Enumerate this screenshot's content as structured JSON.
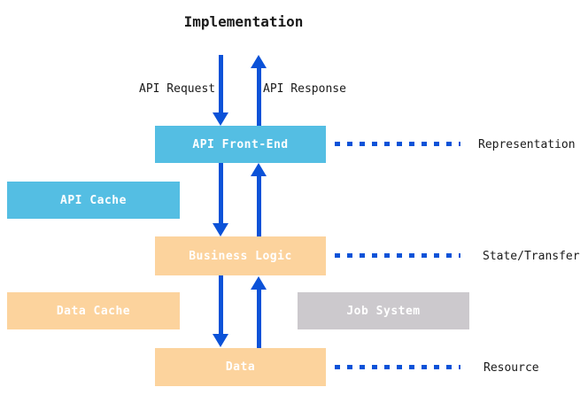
{
  "title": "Implementation",
  "flow_labels": {
    "request": "API Request",
    "response": "API Response"
  },
  "boxes": {
    "api_front_end": "API Front-End",
    "api_cache": "API Cache",
    "business_logic": "Business Logic",
    "data_cache": "Data Cache",
    "job_system": "Job System",
    "data": "Data"
  },
  "layers": {
    "representation": "Representation",
    "state_transfer": "State/Transfer",
    "resource": "Resource"
  },
  "colors": {
    "arrow-blue": "#0b52d8",
    "box-blue": "#54bee3",
    "box-orange": "#fcd39d",
    "box-gray": "#ccc9cd",
    "box-text": "#ffffff",
    "text-dark": "#1a1a1a",
    "bg": "#ffffff"
  }
}
